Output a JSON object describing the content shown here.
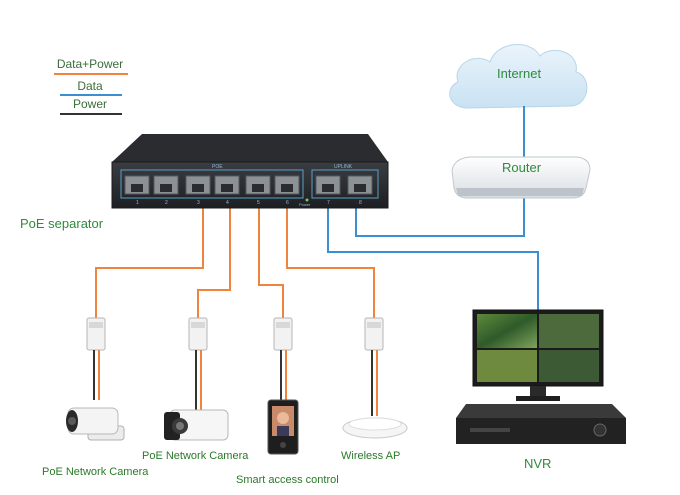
{
  "legend": {
    "data_power": "Data+Power",
    "data": "Data",
    "power": "Power",
    "colors": {
      "data_power": "#f0843c",
      "data": "#3b8fd1",
      "power": "#333333"
    }
  },
  "labels": {
    "internet": "Internet",
    "router": "Router",
    "poe_separator": "PoE separator",
    "poe_camera_1": "PoE Network Camera",
    "poe_camera_2": "PoE Network Camera",
    "access_control": "Smart access control",
    "wireless_ap": "Wireless AP",
    "nvr": "NVR"
  },
  "switch": {
    "poe_port_labels": [
      "1",
      "2",
      "3",
      "4",
      "5",
      "6"
    ],
    "poe_header": "POE",
    "uplink_header": "UPLINK",
    "uplink_port_labels": [
      "7",
      "8"
    ],
    "power_label": "Power"
  }
}
